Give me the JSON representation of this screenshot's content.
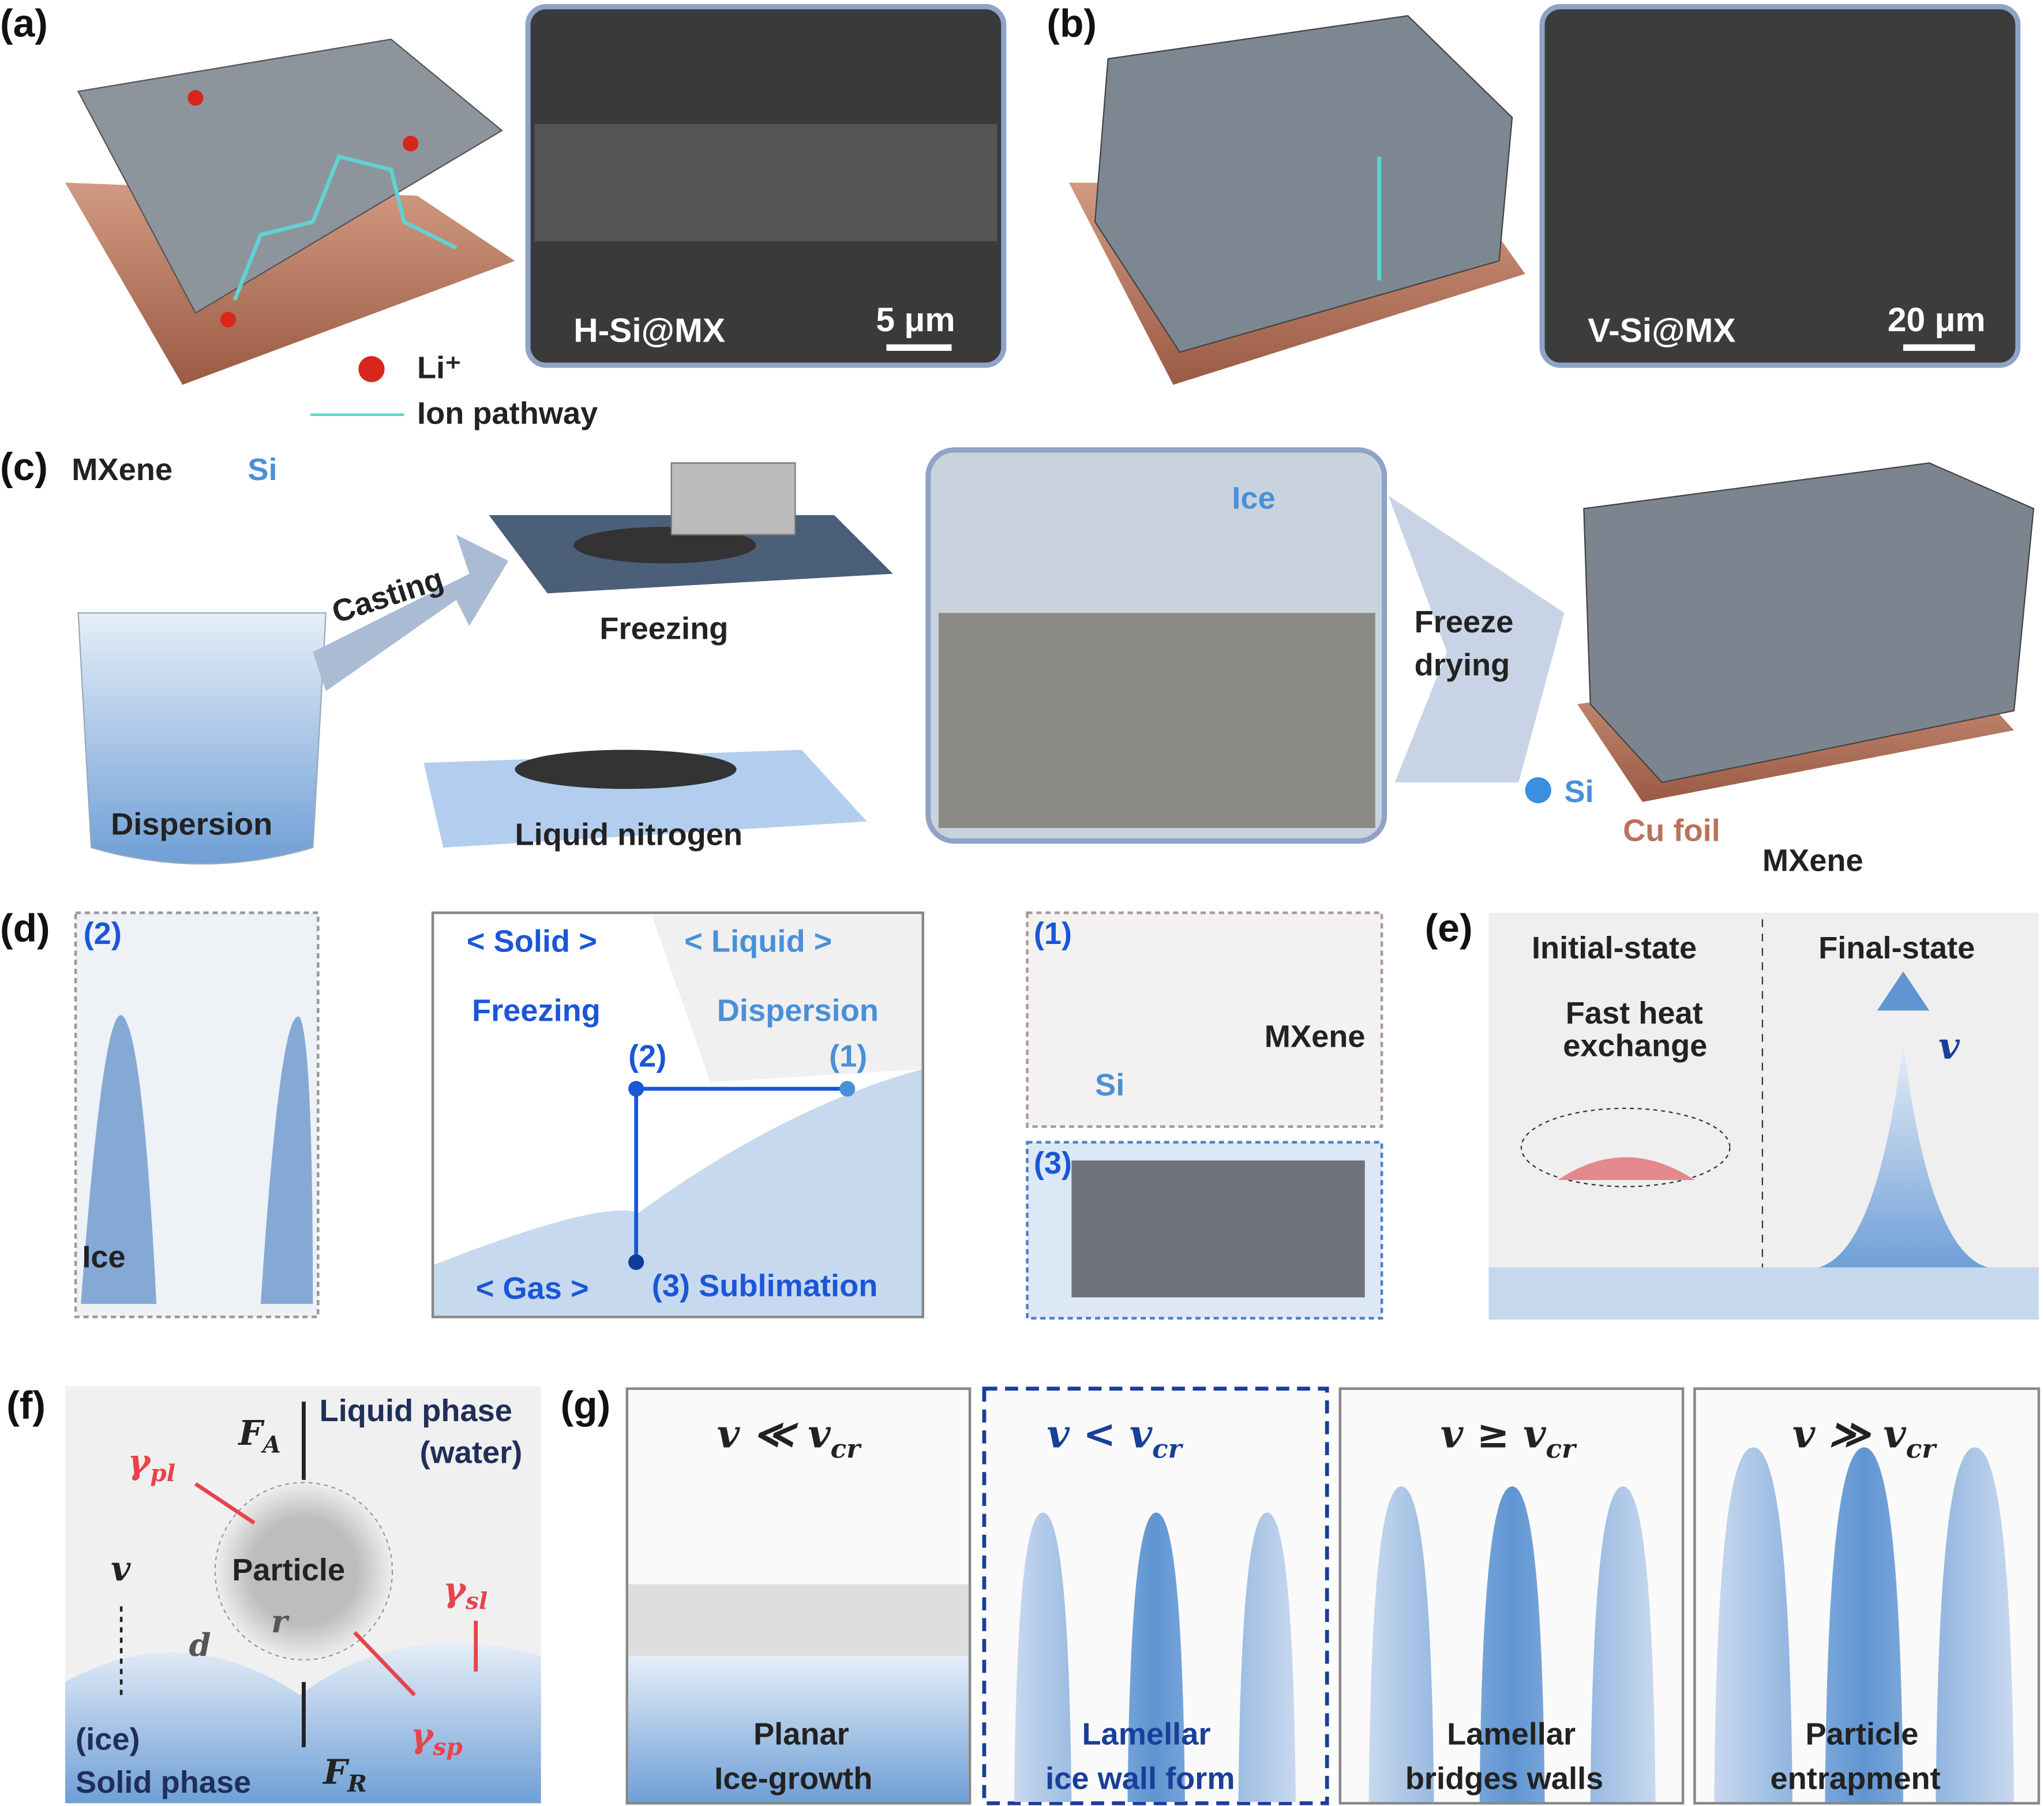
{
  "panels": {
    "a": "(a)",
    "b": "(b)",
    "c": "(c)",
    "d": "(d)",
    "e": "(e)",
    "f": "(f)",
    "g": "(g)"
  },
  "a": {
    "sem_label": "H-Si@MX",
    "scale": "5 μm",
    "legend_li": "Li⁺",
    "legend_path": "Ion pathway"
  },
  "b": {
    "sem_label": "V-Si@MX",
    "scale": "20 μm"
  },
  "c": {
    "mxene": "MXene",
    "si": "Si",
    "casting": "Casting",
    "freezing": "Freezing",
    "liquid_nitrogen": "Liquid nitrogen",
    "dispersion": "Dispersion",
    "ice": "Ice",
    "freeze": "Freeze",
    "drying": "drying",
    "si_legend": "Si",
    "cu_foil": "Cu foil",
    "mxene_label": "MXene"
  },
  "d": {
    "inset2": "(2)",
    "ice": "Ice",
    "solid": "< Solid >",
    "liquid": "< Liquid >",
    "freezing": "Freezing",
    "dispersion": "Dispersion",
    "p2": "(2)",
    "p1": "(1)",
    "gas": "< Gas >",
    "sublimation": "(3) Sublimation",
    "inset1": "(1)",
    "mxene": "MXene",
    "si": "Si",
    "inset3": "(3)"
  },
  "e": {
    "initial": "Initial-state",
    "final": "Final-state",
    "heat1": "Fast heat",
    "heat2": "exchange",
    "v": "v"
  },
  "f": {
    "fa": "F",
    "fa_sub": "A",
    "liquid1": "Liquid phase",
    "liquid2": "(water)",
    "gpl": "γ",
    "gpl_sub": "pl",
    "v": "v",
    "particle": "Particle",
    "gsl": "γ",
    "gsl_sub": "sl",
    "r": "r",
    "d": "d",
    "ice": "(ice)",
    "solid": "Solid phase",
    "fr": "F",
    "fr_sub": "R",
    "gsp": "γ",
    "gsp_sub": "sp"
  },
  "g": [
    {
      "cond": "v ≪ v",
      "sub": "cr",
      "l1": "Planar",
      "l2": "Ice-growth"
    },
    {
      "cond": "v < v",
      "sub": "cr",
      "l1": "Lamellar",
      "l2": "ice wall form"
    },
    {
      "cond": "v ≥ v",
      "sub": "cr",
      "l1": "Lamellar",
      "l2": "bridges walls"
    },
    {
      "cond": "v ≫ v",
      "sub": "cr",
      "l1": "Particle",
      "l2": "entrapment"
    }
  ],
  "colors": {
    "copper": "#b9735a",
    "ice_blue": "#7fa9d9",
    "li_red": "#d8261c",
    "pathway": "#5fd3d3",
    "si_blue": "#3a8fe0",
    "accent_blue": "#1a56d6",
    "gamma_red": "#e8434b"
  }
}
